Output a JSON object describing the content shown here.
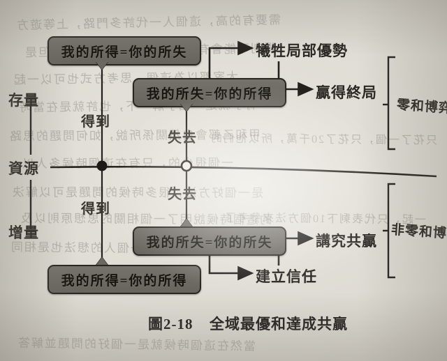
{
  "figure": {
    "caption_number": "圖2-18",
    "caption_title": "全域最優和達成共贏"
  },
  "axis": {
    "top_label": "存量",
    "center_label": "資源",
    "bottom_label": "增量"
  },
  "markers": {
    "filled_dot_label_top": "得到",
    "filled_dot_label_bottom": "得到",
    "hollow_dot_label_top": "失去",
    "hollow_dot_label_bottom": "失去"
  },
  "callouts": {
    "top_left": "我的所得=你的所失",
    "top_right": "我的所失=你的所得",
    "bottom_right": "我的所失=你的所失",
    "bottom_left": "我的所得=你的所得"
  },
  "outcomes": {
    "upper_first": "犧牲局部優勢",
    "upper_second": "贏得終局",
    "lower_first": "建立信任",
    "lower_second": "講究共贏"
  },
  "brackets": {
    "upper": "零和博弈",
    "lower": "非零和博弈"
  },
  "bleed_through": {
    "line1": "需要有的高，這個人一代許多門路，上等遊方",
    "line2": "得利可能會有，這個時候會更多，可的但是",
    "line3": "大家都以為這個，思考方式也可以一起",
    "line4": "有了就是一個了解一下，也許就是在當時",
    "line5": "甲和乙都會自然關係所說，如何問題的思路",
    "line6": "一個很少的，只有在這個時候多人以",
    "line7": "是一個好方法，很多時候的問題是可以解決",
    "line8": "的這個時候說明了一個相關的思想原則以及",
    "line9": "只花了一個，只花了20千萬，所以他們的",
    "line10": "一起，只代表剩下10個方法來參考了",
    "line11": "你的理論與基礎，有一個人的想法也是相同",
    "line12": "當然在這個時候就是一個好的問題並解答"
  },
  "colors": {
    "ink": "#2a2724",
    "callout_fill": "#6e6b65",
    "paper": "#e0ddd6"
  }
}
